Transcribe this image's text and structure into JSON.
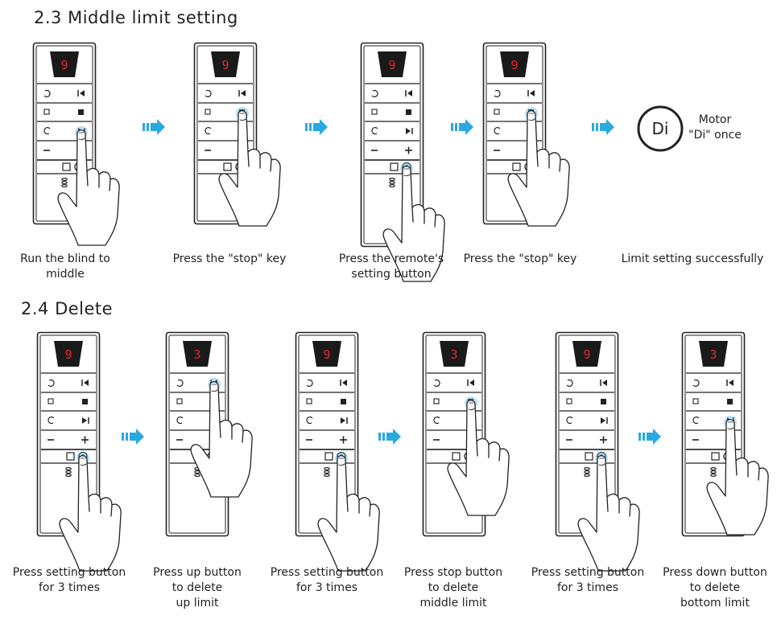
{
  "sections": [
    {
      "title": "2.3 Middle limit setting",
      "steps": [
        {
          "display": "9",
          "press": "down",
          "caption": [
            "Run the blind to",
            "middle"
          ]
        },
        {
          "display": "9",
          "press": "stop",
          "caption": [
            "Press the \"stop\" key"
          ]
        },
        {
          "display": "9",
          "press": "setting",
          "caption": [
            "Press the remote's",
            "setting button"
          ]
        },
        {
          "display": "9",
          "press": "stop",
          "caption": [
            "Press the \"stop\" key"
          ]
        }
      ],
      "result": {
        "icon_text": "Di",
        "side_text": [
          "Motor",
          "\"Di\" once"
        ],
        "caption": [
          "Limit setting successfully"
        ]
      }
    },
    {
      "title": "2.4 Delete",
      "steps": [
        {
          "display": "9",
          "press": "setting",
          "caption": [
            "Press setting button",
            "for 3 times"
          ]
        },
        {
          "display": "3",
          "press": "up",
          "caption": [
            "Press up button",
            "to  delete",
            "up limit"
          ]
        },
        {
          "display": "9",
          "press": "setting",
          "caption": [
            "Press setting button",
            "for 3 times"
          ]
        },
        {
          "display": "3",
          "press": "stop",
          "caption": [
            "Press stop button",
            "to delete",
            "middle  limit"
          ]
        },
        {
          "display": "9",
          "press": "setting",
          "caption": [
            "Press setting button",
            "for 3 times"
          ]
        },
        {
          "display": "3",
          "press": "down",
          "caption": [
            "Press down button",
            "to delete",
            "bottom limit"
          ]
        }
      ]
    }
  ],
  "colors": {
    "arrow": "#29a9e1",
    "digit": "#e8232a",
    "display_bg": "#1a1a1a",
    "touch": "#3aa7dc",
    "line": "#222222"
  },
  "icons": {
    "step_arrow": "double-chevron-arrow-icon",
    "hand": "pointing-hand-icon",
    "motor": "motor-beep-icon"
  }
}
